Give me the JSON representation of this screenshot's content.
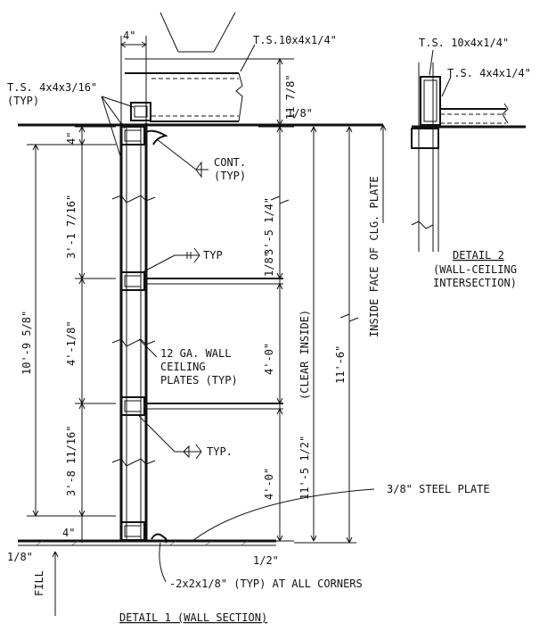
{
  "labels": {
    "ts_4x4x3_16": "T.S. 4x4x3/16\"",
    "typ_paren": "(TYP)",
    "ts_10x4_main": "T.S.10x4x1/4\"",
    "dim_4_top": "4\"",
    "dim_11_7_8": "11 7/8\"",
    "dim_1_8_top": "1/8\"",
    "dim_4_left_top": "4\"",
    "dim_3_1_7_16": "3'-1 7/16\"",
    "dim_10_9_5_8": "10'-9 5/8\"",
    "dim_4_1_8": "4'-1/8\"",
    "dim_3_8_11_16": "3'-8 11/16\"",
    "dim_4_left_bottom": "4\"",
    "dim_1_8_bottom_left": "1/8\"",
    "fill": "FILL",
    "cont": "CONT.",
    "cont_typ": "(TYP)",
    "weld_typ_mid": "TYP",
    "weld_typ_low": "TYP.",
    "dim_3_5_1_4": "3'-5 1/4\"",
    "dim_1_8_mid": "1/8\"",
    "dim_4_0_upper": "4'-0\"",
    "dim_4_0_lower": "4'-0\"",
    "dim_11_5_1_2": "11'-5 1/2\"",
    "clear_inside": "(CLEAR INSIDE)",
    "dim_11_6": "11'-6\"",
    "inside_face": "INSIDE FACE OF CLG. PLATE",
    "plates_line1": "12 GA. WALL",
    "plates_line2": "CEILING",
    "plates_line3": "PLATES (TYP)",
    "steel_plate": "3/8\" STEEL PLATE",
    "dim_1_2_bottom": "1/2\"",
    "angle_corners": "-2x2x1/8\" (TYP) AT ALL CORNERS",
    "detail1_title": "DETAIL 1 (WALL SECTION)",
    "det2_ts_10x4": "T.S. 10x4x1/4\"",
    "det2_ts_4x4": "T.S. 4x4x1/4\"",
    "detail2_line1": "DETAIL 2",
    "detail2_line2": "(WALL-CEILING",
    "detail2_line3": "INTERSECTION)"
  }
}
